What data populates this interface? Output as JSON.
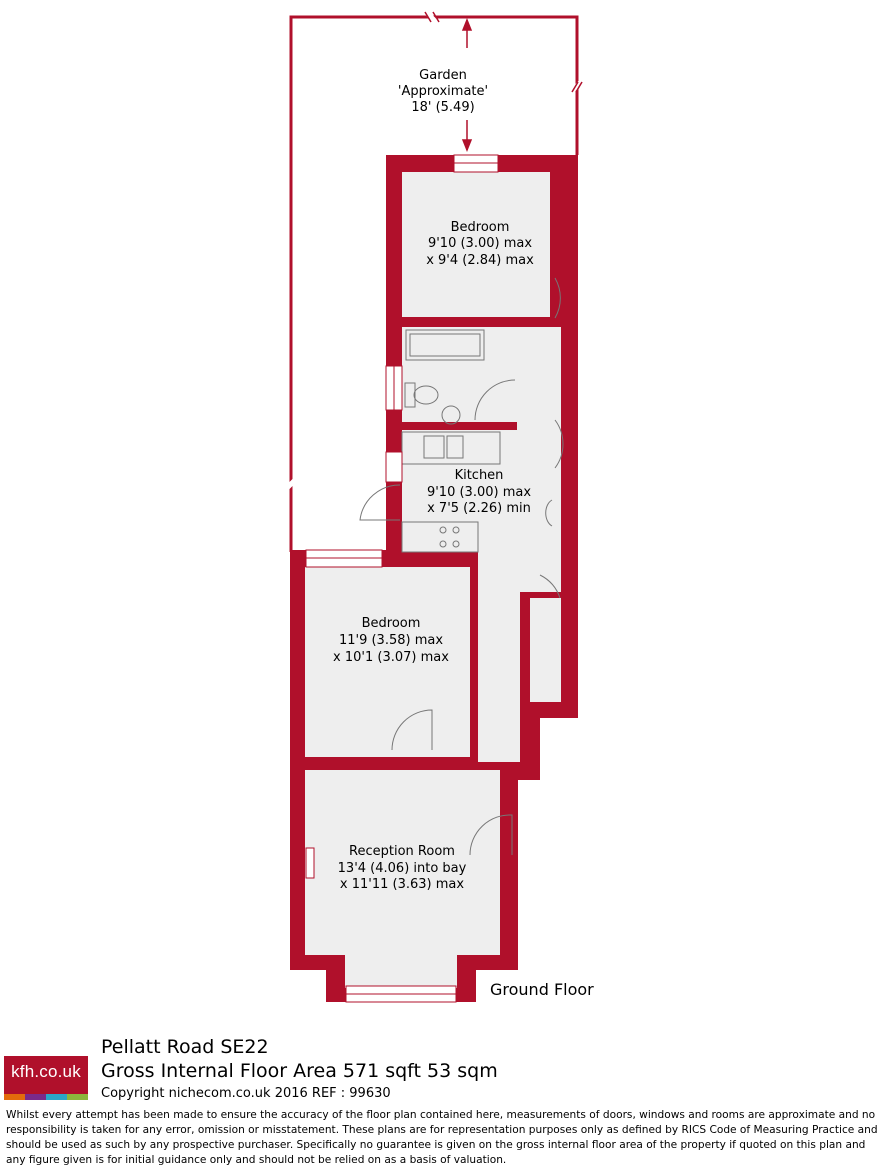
{
  "colors": {
    "wall": "#b0102b",
    "floor": "#eeeeee",
    "logo_bar": [
      "#e36b0c",
      "#7a2a8a",
      "#2aa6c8",
      "#8cb63c"
    ]
  },
  "rooms": {
    "garden": [
      "Garden",
      "'Approximate'",
      "18' (5.49)"
    ],
    "bedroom_rear": [
      "Bedroom",
      "9'10 (3.00) max",
      "x 9'4 (2.84) max"
    ],
    "kitchen": [
      "Kitchen",
      "9'10 (3.00) max",
      "x 7'5 (2.26) min"
    ],
    "bedroom_middle": [
      "Bedroom",
      "11'9 (3.58) max",
      "x 10'1 (3.07) max"
    ],
    "reception": [
      "Reception Room",
      "13'4 (4.06) into bay",
      "x 11'11 (3.63) max"
    ]
  },
  "floor_label": "Ground Floor",
  "logo": {
    "text": "kfh.co.uk"
  },
  "footer": {
    "address": "Pellatt Road  SE22",
    "gross_area": "Gross Internal Floor Area 571 sqft 53 sqm",
    "copyright": "Copyright nichecom.co.uk 2016 REF : 99630",
    "disclaimer": "Whilst every attempt has been made to ensure the accuracy of the floor plan contained here, measurements of doors, windows and rooms are approximate and no responsibility is taken for any error, omission or misstatement.  These plans are for representation purposes only as defined by RICS Code of Measuring Practice and should be used as such by any prospective purchaser.  Specifically no guarantee is given on the gross internal floor area of the property if quoted on this plan and any figure given is for initial guidance only and should not be relied on as a basis of valuation."
  }
}
